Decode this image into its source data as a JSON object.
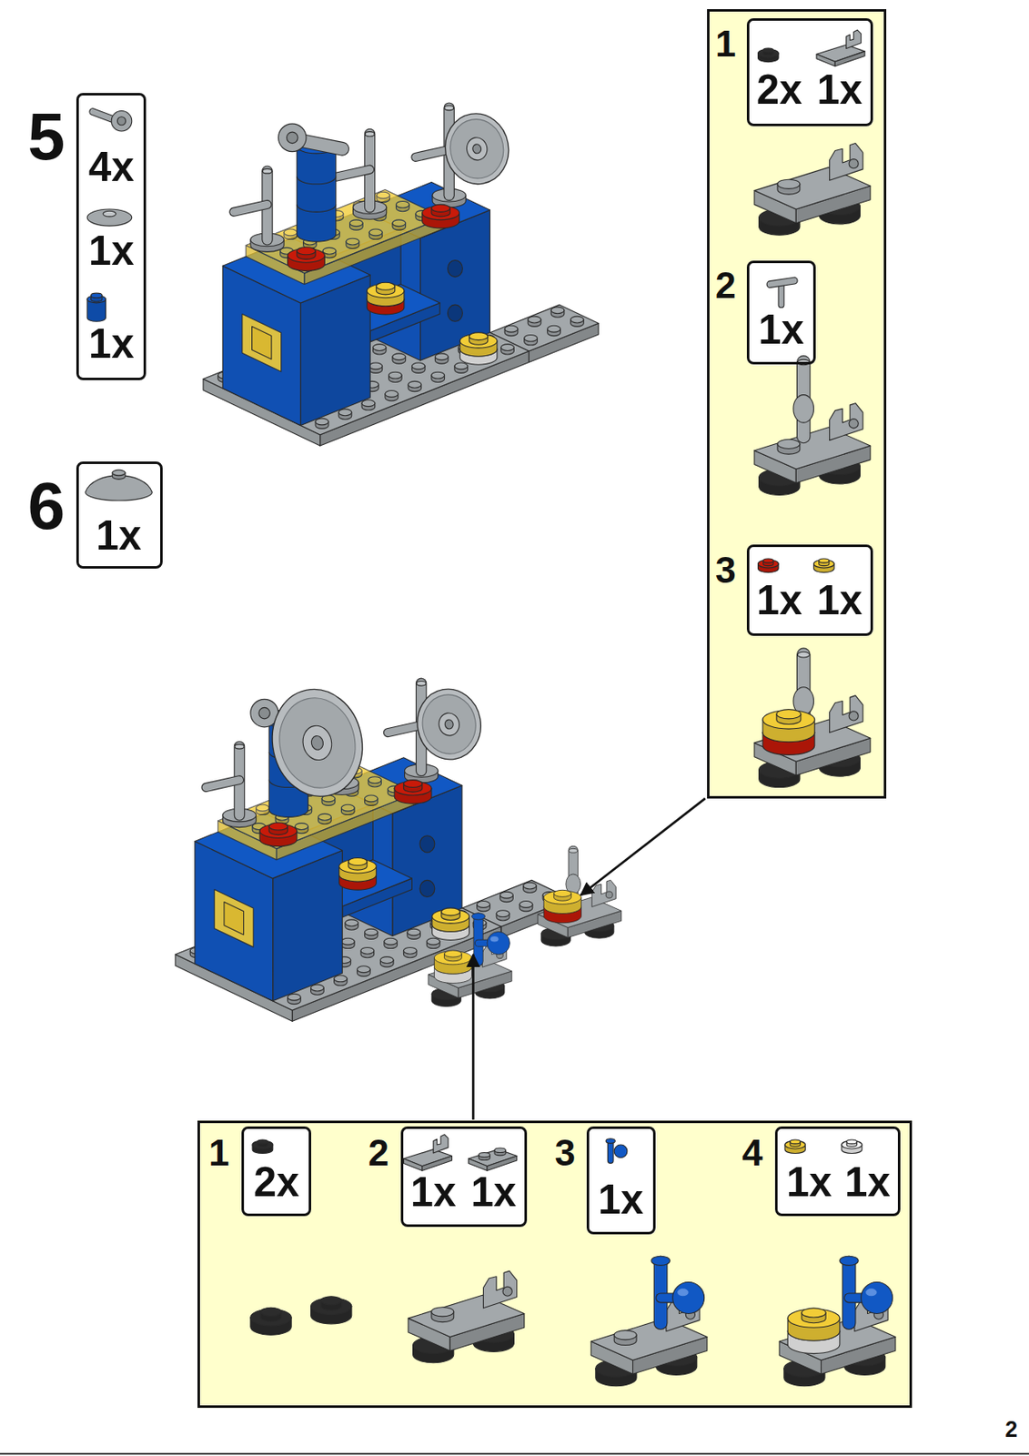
{
  "diagram": {
    "nodes": [
      {
        "text": [
          "5",
          "4x",
          "1x",
          "1x"
        ]
      },
      {
        "text": [
          "1",
          "2",
          "3"
        ]
      },
      {
        "text": [
          "2x",
          "1x"
        ],
        "in": 1
      },
      {
        "text": [
          "1x"
        ],
        "in": 1
      },
      {
        "text": [
          "1x",
          "1x"
        ],
        "in": 1
      },
      {
        "text": [
          "6",
          "1x"
        ]
      },
      {
        "text": [
          "1",
          "2",
          "3",
          "4"
        ]
      },
      {
        "text": [
          "2x"
        ],
        "in": 6
      },
      {
        "text": [
          "1x",
          "1x"
        ],
        "in": 6
      },
      {
        "text": [
          "1x"
        ],
        "in": 6
      },
      {
        "text": [
          "1x",
          "1x"
        ],
        "in": 6
      }
    ],
    "labels": [
      "2"
    ]
  }
}
